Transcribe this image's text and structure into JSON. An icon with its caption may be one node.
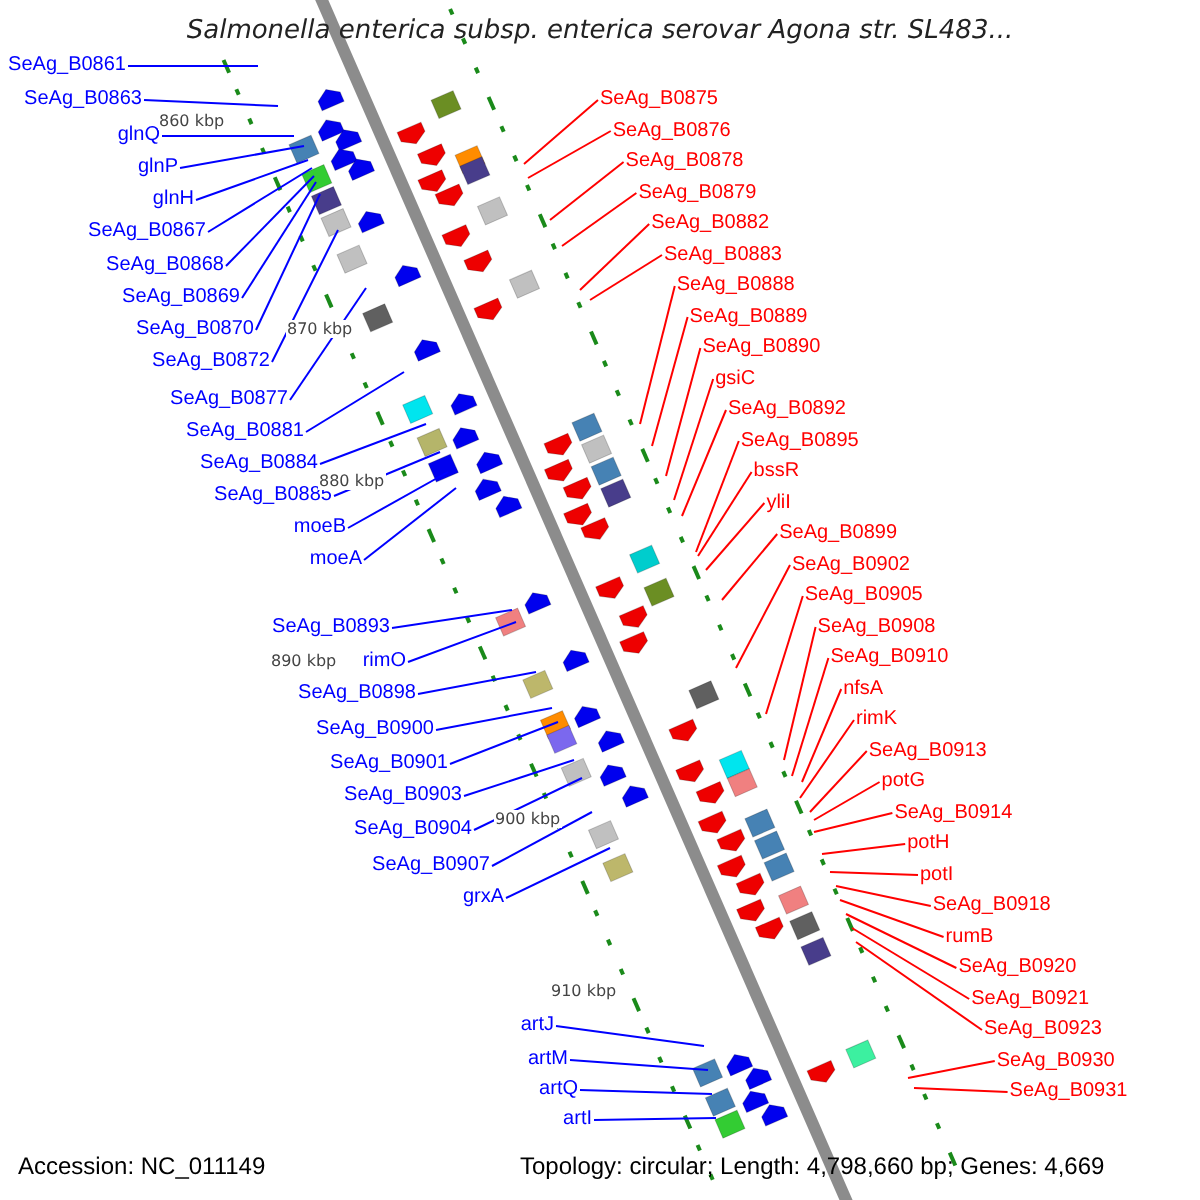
{
  "diagram": {
    "title": "Salmonella enterica subsp. enterica serovar Agona str. SL483...",
    "nodes": [
      {
        "text": [
          "SeAg_B0861"
        ]
      },
      {
        "text": [
          "SeAg_B0863"
        ]
      },
      {
        "text": [
          "glnQ"
        ]
      },
      {
        "text": [
          "glnP"
        ]
      },
      {
        "text": [
          "glnH"
        ]
      },
      {
        "text": [
          "SeAg_B0867"
        ]
      },
      {
        "text": [
          "SeAg_B0868"
        ]
      },
      {
        "text": [
          "SeAg_B0869"
        ]
      },
      {
        "text": [
          "SeAg_B0870"
        ]
      },
      {
        "text": [
          "SeAg_B0872"
        ]
      },
      {
        "text": [
          "SeAg_B0877"
        ]
      },
      {
        "text": [
          "SeAg_B0881"
        ]
      },
      {
        "text": [
          "SeAg_B0884"
        ]
      },
      {
        "text": [
          "SeAg_B0885"
        ]
      },
      {
        "text": [
          "moeB"
        ]
      },
      {
        "text": [
          "moeA"
        ]
      },
      {
        "text": [
          "SeAg_B0893"
        ]
      },
      {
        "text": [
          "rimO"
        ]
      },
      {
        "text": [
          "SeAg_B0898"
        ]
      },
      {
        "text": [
          "SeAg_B0900"
        ]
      },
      {
        "text": [
          "SeAg_B0901"
        ]
      },
      {
        "text": [
          "SeAg_B0903"
        ]
      },
      {
        "text": [
          "SeAg_B0904"
        ]
      },
      {
        "text": [
          "SeAg_B0907"
        ]
      },
      {
        "text": [
          "grxA"
        ]
      },
      {
        "text": [
          "artJ"
        ]
      },
      {
        "text": [
          "artM"
        ]
      },
      {
        "text": [
          "artQ"
        ]
      },
      {
        "text": [
          "artI"
        ]
      },
      {
        "text": [
          "SeAg_B0875"
        ]
      },
      {
        "text": [
          "SeAg_B0876"
        ]
      },
      {
        "text": [
          "SeAg_B0878"
        ]
      },
      {
        "text": [
          "SeAg_B0879"
        ]
      },
      {
        "text": [
          "SeAg_B0882"
        ]
      },
      {
        "text": [
          "SeAg_B0883"
        ]
      },
      {
        "text": [
          "SeAg_B0888"
        ]
      },
      {
        "text": [
          "SeAg_B0889"
        ]
      },
      {
        "text": [
          "SeAg_B0890"
        ]
      },
      {
        "text": [
          "gsiC"
        ]
      },
      {
        "text": [
          "SeAg_B0892"
        ]
      },
      {
        "text": [
          "SeAg_B0895"
        ]
      },
      {
        "text": [
          "bssR"
        ]
      },
      {
        "text": [
          "yliI"
        ]
      },
      {
        "text": [
          "SeAg_B0899"
        ]
      },
      {
        "text": [
          "SeAg_B0902"
        ]
      },
      {
        "text": [
          "SeAg_B0905"
        ]
      },
      {
        "text": [
          "SeAg_B0908"
        ]
      },
      {
        "text": [
          "SeAg_B0910"
        ]
      },
      {
        "text": [
          "nfsA"
        ]
      },
      {
        "text": [
          "rimK"
        ]
      },
      {
        "text": [
          "SeAg_B0913"
        ]
      },
      {
        "text": [
          "potG"
        ]
      },
      {
        "text": [
          "SeAg_B0914"
        ]
      },
      {
        "text": [
          "potH"
        ]
      },
      {
        "text": [
          "potI"
        ]
      },
      {
        "text": [
          "SeAg_B0918"
        ]
      },
      {
        "text": [
          "rumB"
        ]
      },
      {
        "text": [
          "SeAg_B0920"
        ]
      },
      {
        "text": [
          "SeAg_B0921"
        ]
      },
      {
        "text": [
          "SeAg_B0923"
        ]
      },
      {
        "text": [
          "SeAg_B0930"
        ]
      },
      {
        "text": [
          "SeAg_B0931"
        ]
      }
    ],
    "edges": [
      {
        "from": 0,
        "to": null,
        "arrow": "none",
        "color": "#0000ff"
      },
      {
        "from": 1,
        "to": null,
        "arrow": "none",
        "color": "#0000ff"
      },
      {
        "from": 2,
        "to": null,
        "arrow": "none",
        "color": "#0000ff"
      },
      {
        "from": 3,
        "to": null,
        "arrow": "none",
        "color": "#0000ff"
      },
      {
        "from": 4,
        "to": null,
        "arrow": "none",
        "color": "#0000ff"
      },
      {
        "from": 5,
        "to": null,
        "arrow": "none",
        "color": "#0000ff"
      },
      {
        "from": 6,
        "to": null,
        "arrow": "none",
        "color": "#0000ff"
      },
      {
        "from": 7,
        "to": null,
        "arrow": "none",
        "color": "#0000ff"
      },
      {
        "from": 8,
        "to": null,
        "arrow": "none",
        "color": "#0000ff"
      },
      {
        "from": 9,
        "to": null,
        "arrow": "none",
        "color": "#0000ff"
      },
      {
        "from": 10,
        "to": null,
        "arrow": "none",
        "color": "#0000ff"
      },
      {
        "from": 11,
        "to": null,
        "arrow": "none",
        "color": "#0000ff"
      },
      {
        "from": 12,
        "to": null,
        "arrow": "none",
        "color": "#0000ff"
      },
      {
        "from": 13,
        "to": null,
        "arrow": "none",
        "color": "#0000ff"
      },
      {
        "from": 14,
        "to": null,
        "arrow": "none",
        "color": "#0000ff"
      },
      {
        "from": 15,
        "to": null,
        "arrow": "none",
        "color": "#0000ff"
      },
      {
        "from": 16,
        "to": null,
        "arrow": "none",
        "color": "#0000ff"
      },
      {
        "from": 17,
        "to": null,
        "arrow": "none",
        "color": "#0000ff"
      },
      {
        "from": 18,
        "to": null,
        "arrow": "none",
        "color": "#0000ff"
      },
      {
        "from": 19,
        "to": null,
        "arrow": "none",
        "color": "#0000ff"
      },
      {
        "from": 20,
        "to": null,
        "arrow": "none",
        "color": "#0000ff"
      },
      {
        "from": 21,
        "to": null,
        "arrow": "none",
        "color": "#0000ff"
      },
      {
        "from": 22,
        "to": null,
        "arrow": "none",
        "color": "#0000ff"
      },
      {
        "from": 23,
        "to": null,
        "arrow": "none",
        "color": "#0000ff"
      },
      {
        "from": 24,
        "to": null,
        "arrow": "none",
        "color": "#0000ff"
      },
      {
        "from": 25,
        "to": null,
        "arrow": "none",
        "color": "#0000ff"
      },
      {
        "from": 26,
        "to": null,
        "arrow": "none",
        "color": "#0000ff"
      },
      {
        "from": 27,
        "to": null,
        "arrow": "none",
        "color": "#0000ff"
      },
      {
        "from": 28,
        "to": null,
        "arrow": "none",
        "color": "#0000ff"
      },
      {
        "from": 29,
        "to": null,
        "arrow": "none"
      },
      {
        "from": 30,
        "to": null,
        "arrow": "none"
      },
      {
        "from": 31,
        "to": null,
        "arrow": "none"
      },
      {
        "from": 32,
        "to": null,
        "arrow": "none"
      },
      {
        "from": 33,
        "to": null,
        "arrow": "none"
      },
      {
        "from": 34,
        "to": null,
        "arrow": "none"
      },
      {
        "from": 35,
        "to": null,
        "arrow": "none"
      },
      {
        "from": 36,
        "to": null,
        "arrow": "none"
      },
      {
        "from": 37,
        "to": null,
        "arrow": "none"
      },
      {
        "from": 38,
        "to": null,
        "arrow": "none"
      },
      {
        "from": 39,
        "to": null,
        "arrow": "none"
      },
      {
        "from": 40,
        "to": null,
        "arrow": "none"
      },
      {
        "from": 41,
        "to": null,
        "arrow": "none"
      },
      {
        "from": 42,
        "to": null,
        "arrow": "none"
      },
      {
        "from": 43,
        "to": null,
        "arrow": "none"
      },
      {
        "from": 44,
        "to": null,
        "arrow": "none"
      },
      {
        "from": 45,
        "to": null,
        "arrow": "none"
      },
      {
        "from": 46,
        "to": null,
        "arrow": "none"
      },
      {
        "from": 47,
        "to": null,
        "arrow": "none"
      },
      {
        "from": 48,
        "to": null,
        "arrow": "none"
      },
      {
        "from": 49,
        "to": null,
        "arrow": "none"
      },
      {
        "from": 50,
        "to": null,
        "arrow": "none"
      },
      {
        "from": 51,
        "to": null,
        "arrow": "none"
      },
      {
        "from": 52,
        "to": null,
        "arrow": "none"
      },
      {
        "from": 53,
        "to": null,
        "arrow": "none"
      },
      {
        "from": 54,
        "to": null,
        "arrow": "none"
      },
      {
        "from": 55,
        "to": null,
        "arrow": "none"
      },
      {
        "from": 56,
        "to": null,
        "arrow": "none"
      },
      {
        "from": 57,
        "to": null,
        "arrow": "none"
      },
      {
        "from": 58,
        "to": null,
        "arrow": "none"
      },
      {
        "from": 59,
        "to": null,
        "arrow": "none"
      },
      {
        "from": 60,
        "to": null,
        "arrow": "none"
      },
      {
        "from": 61,
        "to": null,
        "arrow": "none"
      }
    ],
    "labels": [
      "860 kbp",
      "870 kbp",
      "880 kbp",
      "890 kbp",
      "900 kbp",
      "910 kbp",
      "Accession: NC_011149",
      "Topology: circular; Length: 4,798,660 bp; Genes: 4,669"
    ]
  }
}
